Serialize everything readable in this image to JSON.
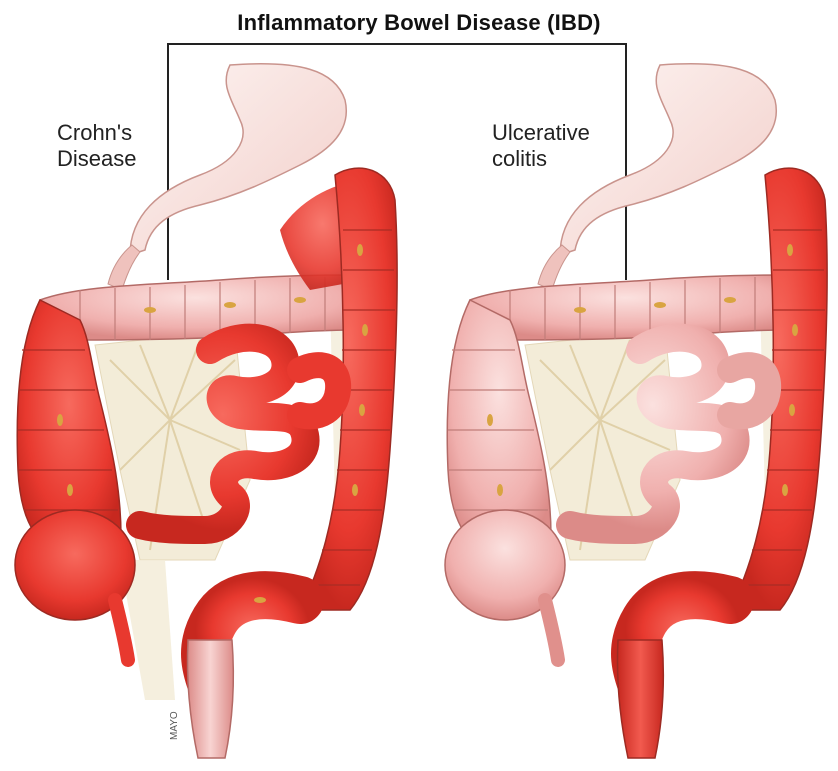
{
  "title": "Inflammatory Bowel Disease (IBD)",
  "left_label": {
    "line1": "Crohn's",
    "line2": "Disease"
  },
  "right_label": {
    "line1": "Ulcerative",
    "line2": "colitis"
  },
  "colors": {
    "inflamed": "#e8392f",
    "healthy": "#f0b0ae",
    "stomach": "#f6e3df",
    "mesentery": "#f3ecd8",
    "vessels": "#d9a441",
    "outline": "#9d2a22"
  }
}
